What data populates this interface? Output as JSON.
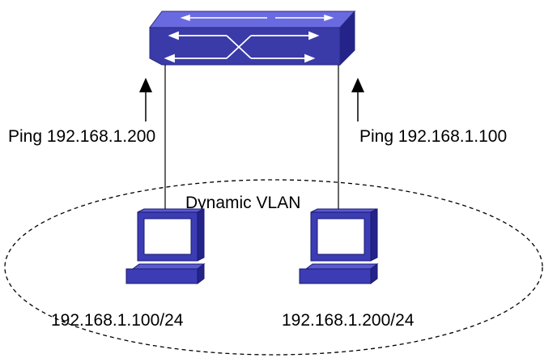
{
  "diagram": {
    "switch": {
      "name": "switch",
      "body_color": "#3a3aa8",
      "top_color": "#6a6ae0",
      "arrow_color": "#ffffff"
    },
    "vlan_label": "Dynamic VLAN",
    "ping_left": "Ping 192.168.1.200",
    "ping_right": "Ping 192.168.1.100",
    "host_left": {
      "label": "192.168.1.100/24"
    },
    "host_right": {
      "label": "192.168.1.200/24"
    },
    "pc_color": "#3c3cb4",
    "line_color": "#000000"
  }
}
